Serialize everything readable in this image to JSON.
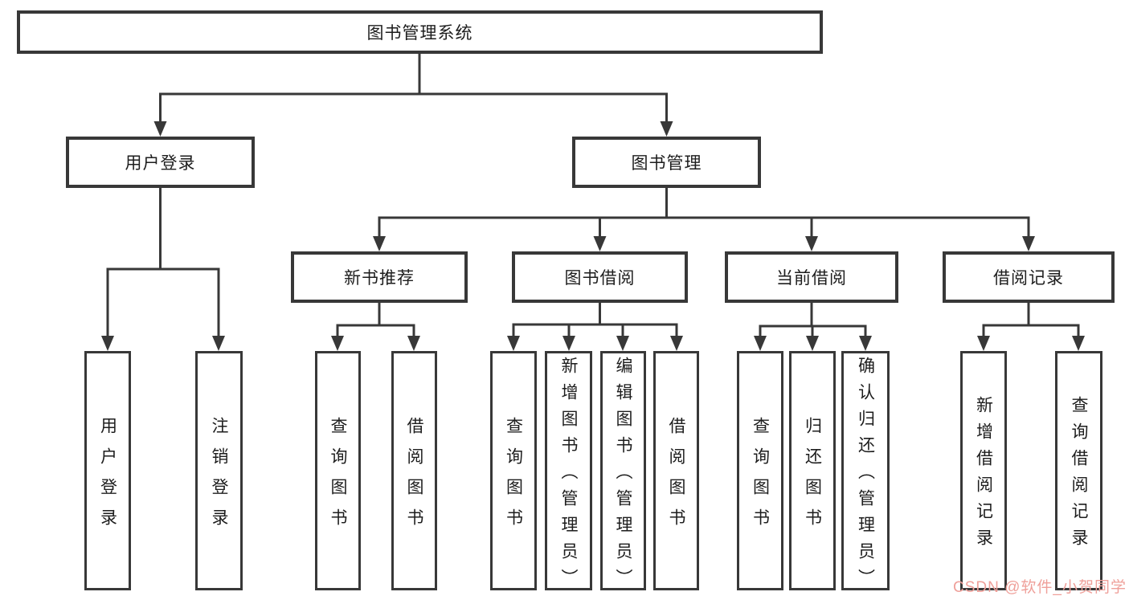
{
  "diagram": {
    "background": "#ffffff",
    "line_color": "#383838",
    "text_color": "#1d1d1d",
    "watermark": {
      "text": "CSDN @软件_小贺同学",
      "color": "#efa09a"
    },
    "tree": {
      "label": "图书管理系统",
      "children": [
        {
          "label": "用户登录",
          "children": [
            {
              "label": "用户登录"
            },
            {
              "label": "注销登录"
            }
          ]
        },
        {
          "label": "图书管理",
          "children": [
            {
              "label": "新书推荐",
              "children": [
                {
                  "label": "查询图书"
                },
                {
                  "label": "借阅图书"
                }
              ]
            },
            {
              "label": "图书借阅",
              "children": [
                {
                  "label": "查询图书"
                },
                {
                  "label": "新增图书（管理员）"
                },
                {
                  "label": "编辑图书（管理员）"
                },
                {
                  "label": "借阅图书"
                }
              ]
            },
            {
              "label": "当前借阅",
              "children": [
                {
                  "label": "查询图书"
                },
                {
                  "label": "归还图书"
                },
                {
                  "label": "确认归还（管理员）"
                }
              ]
            },
            {
              "label": "借阅记录",
              "children": [
                {
                  "label": "新增借阅记录"
                },
                {
                  "label": "查询借阅记录"
                }
              ]
            }
          ]
        }
      ]
    }
  }
}
